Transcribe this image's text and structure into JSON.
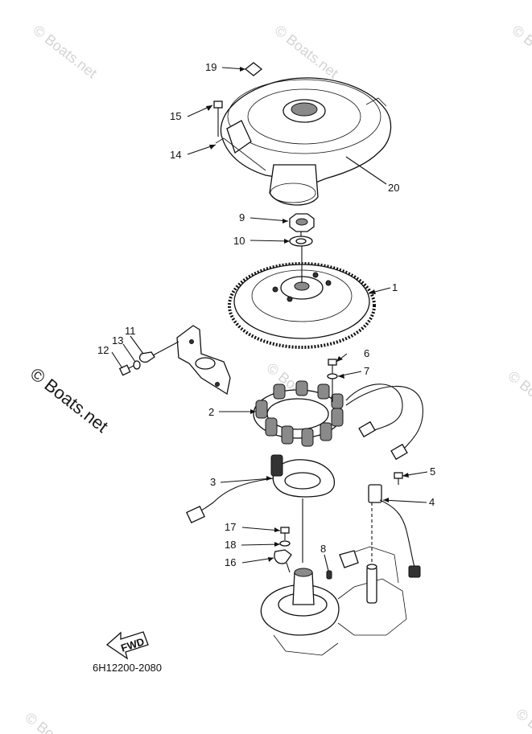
{
  "watermark": {
    "text": "© Boats.net",
    "repeat_text": "Boats.net"
  },
  "diagram_code": "6H12200-2080",
  "fwd_label": "FWD",
  "callouts": [
    {
      "id": "c19",
      "label": "19"
    },
    {
      "id": "c15",
      "label": "15"
    },
    {
      "id": "c14",
      "label": "14"
    },
    {
      "id": "c20",
      "label": "20"
    },
    {
      "id": "c9",
      "label": "9"
    },
    {
      "id": "c10",
      "label": "10"
    },
    {
      "id": "c1",
      "label": "1"
    },
    {
      "id": "c11",
      "label": "11"
    },
    {
      "id": "c13",
      "label": "13"
    },
    {
      "id": "c12",
      "label": "12"
    },
    {
      "id": "c6",
      "label": "6"
    },
    {
      "id": "c7",
      "label": "7"
    },
    {
      "id": "c2",
      "label": "2"
    },
    {
      "id": "c3",
      "label": "3"
    },
    {
      "id": "c5",
      "label": "5"
    },
    {
      "id": "c4",
      "label": "4"
    },
    {
      "id": "c17",
      "label": "17"
    },
    {
      "id": "c18",
      "label": "18"
    },
    {
      "id": "c8",
      "label": "8"
    },
    {
      "id": "c16",
      "label": "16"
    }
  ]
}
